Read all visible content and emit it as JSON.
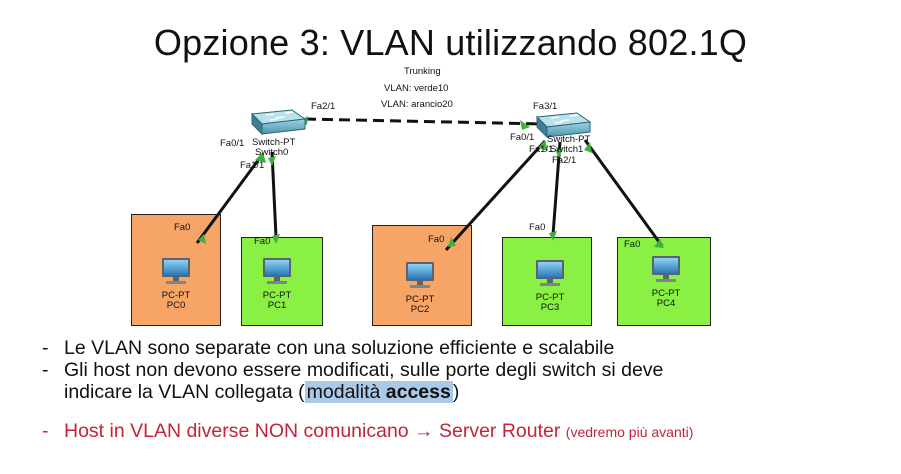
{
  "title": "Opzione 3: VLAN utilizzando 802.1Q",
  "trunk": {
    "label": "Trunking",
    "vlan1": "VLAN: verde10",
    "vlan2": "VLAN: arancio20"
  },
  "switch0": {
    "type": "Switch-PT",
    "name": "Switch0",
    "ports": {
      "fa2_1": "Fa2/1",
      "fa0_1": "Fa0/1",
      "fa1_1": "Fa1/1"
    }
  },
  "switch1": {
    "type": "Switch-PT",
    "name": "Switch1",
    "ports": {
      "fa3_1": "Fa3/1",
      "fa0_1": "Fa0/1",
      "fa1_1": "Fa1/1",
      "fa2_1": "Fa2/1"
    }
  },
  "pcs": [
    {
      "type": "PC-PT",
      "name": "PC0",
      "port": "Fa0",
      "vlan_color": "#f7a467"
    },
    {
      "type": "PC-PT",
      "name": "PC1",
      "port": "Fa0",
      "vlan_color": "#8af044"
    },
    {
      "type": "PC-PT",
      "name": "PC2",
      "port": "Fa0",
      "vlan_color": "#f7a467"
    },
    {
      "type": "PC-PT",
      "name": "PC3",
      "port": "Fa0",
      "vlan_color": "#8af044"
    },
    {
      "type": "PC-PT",
      "name": "PC4",
      "port": "Fa0",
      "vlan_color": "#8af044"
    }
  ],
  "bullets": {
    "b1": "Le VLAN sono separate con una soluzione efficiente e scalabile",
    "b2_line1": "Gli host non devono essere modificati, sulle porte degli switch si deve",
    "b2_line2_pre": "indicare la VLAN collegata (",
    "b2_hl_a": "modalità ",
    "b2_hl_b": "access",
    "b2_line2_post": ")",
    "b3_main": "Host in VLAN diverse NON comunicano → Server Router ",
    "b3_small": "(vedremo più avanti)"
  }
}
